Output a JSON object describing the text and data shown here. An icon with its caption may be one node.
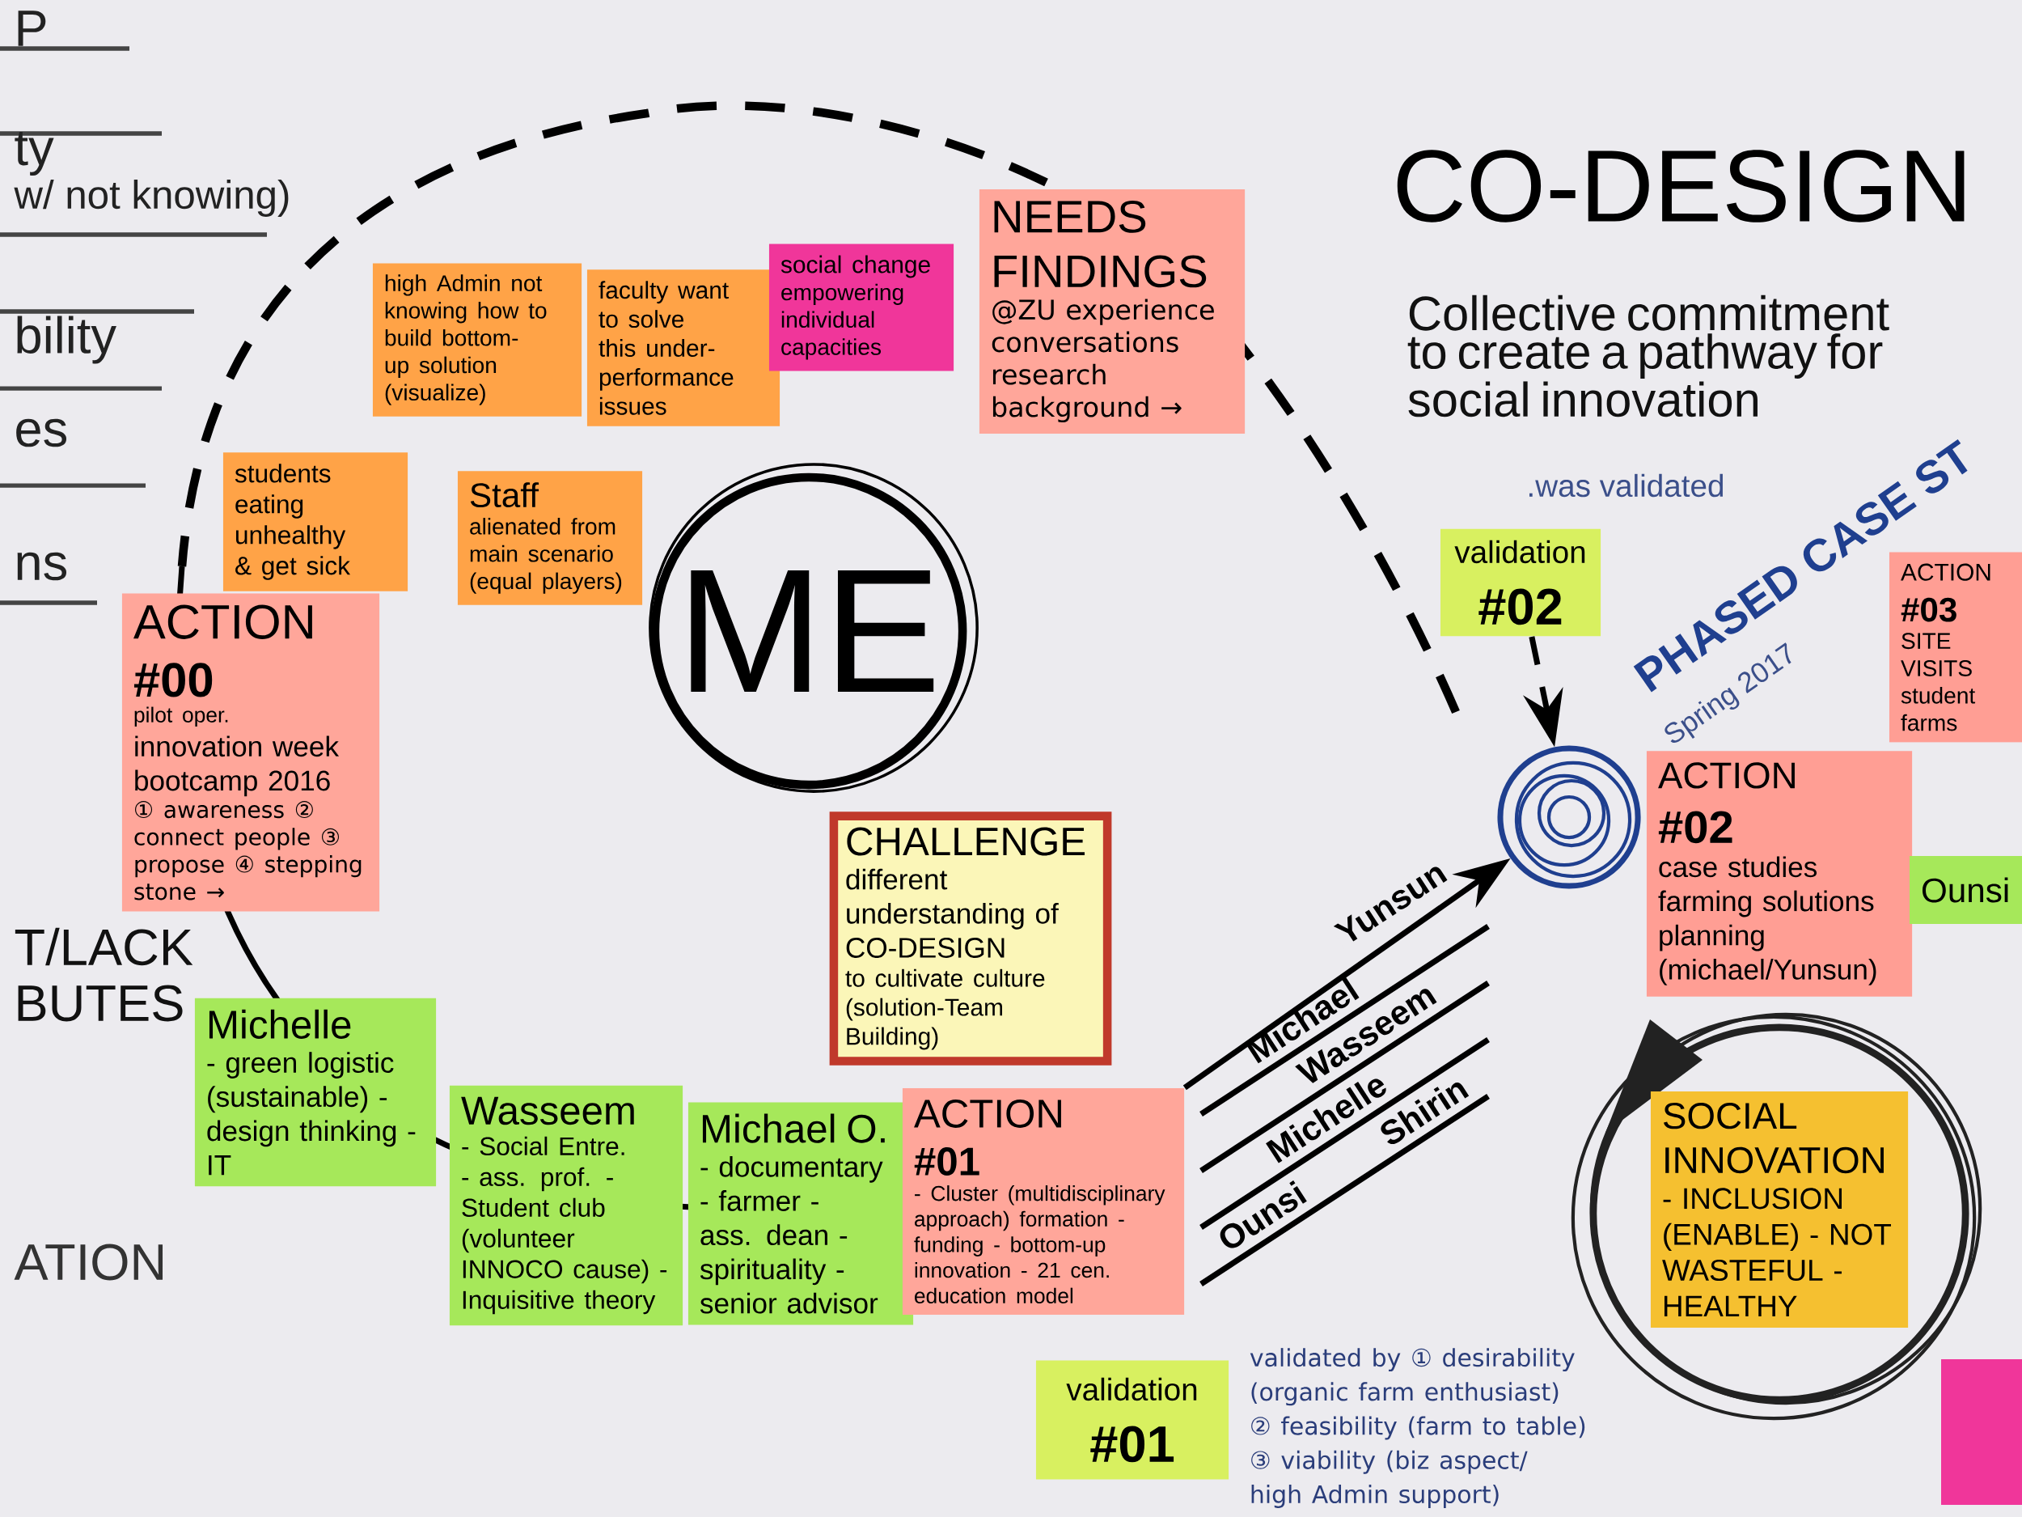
{
  "diagram": {
    "title": "CO-DESIGN",
    "nodes": [
      {
        "text": [
          "high Admin not knowing how to build bottom-up solution (visualize)"
        ]
      },
      {
        "text": [
          "faculty want to solve this under-performance issues"
        ]
      },
      {
        "text": [
          "social change",
          "empowering individual capacities"
        ]
      },
      {
        "text": [
          "NEEDS FINDINGS",
          "@ZU experience conversations research background →"
        ]
      },
      {
        "text": [
          "students eating unhealthy & get sick"
        ]
      },
      {
        "text": [
          "Staff",
          "alienated from main scenario (equal players)"
        ]
      },
      {
        "text": [
          "ME"
        ]
      },
      {
        "text": [
          "ACTION",
          "#00",
          "pilot oper.",
          "innovation week bootcamp 2016",
          "① awareness ② connect people ③ propose ④ stepping stone →"
        ]
      },
      {
        "text": [
          "Michelle",
          "- green logistic (sustainable) - design thinking - IT"
        ]
      },
      {
        "text": [
          "Wasseem",
          "- Social Entre. - ass. prof. - Student club (volunteer INNOCO cause) - Inquisitive theory"
        ]
      },
      {
        "text": [
          "Michael O.",
          "- documentary - farmer - ass. dean - spirituality - senior advisor"
        ]
      },
      {
        "text": [
          "CHALLENGE",
          "different understanding of CO-DESIGN",
          "to cultivate culture (solution-Team Building)"
        ]
      },
      {
        "text": [
          "ACTION",
          "#01",
          "- Cluster (multidisciplinary approach) formation - funding - bottom-up innovation - 21 cen. education model"
        ]
      },
      {
        "text": [
          "validation",
          "#01"
        ]
      },
      {
        "text": [],
        "shape": "circle"
      },
      {
        "text": [
          "validation",
          "#02"
        ]
      },
      {
        "text": [
          "ACTION",
          "#02",
          "case studies farming solutions planning (michael/Yunsun)"
        ]
      },
      {
        "text": [
          "ACTION",
          "#03",
          "SITE VISITS student farms"
        ]
      },
      {
        "text": [
          "Ounsi"
        ]
      },
      {
        "text": [],
        "shape": "circle"
      },
      {
        "text": [
          "SOCIAL INNOVATION",
          "- INCLUSION (ENABLE) - NOT WASTEFUL - HEALTHY"
        ],
        "in": 19
      },
      {
        "text": [],
        "shape": "box"
      }
    ],
    "edges": [
      {
        "from": 15,
        "to": 14,
        "arrow": "to",
        "style": "dashed"
      },
      {
        "from": 12,
        "to": 14,
        "arrow": "to"
      }
    ],
    "labels": [
      "P",
      "ty",
      "w/ not knowing)",
      "bility",
      "es",
      "ns",
      "Collective commitment to create a pathway for social innovation",
      ".was validated",
      "Spring 2017",
      "PHASED CASE ST",
      "Yunsun",
      "Michael",
      "Wasseem",
      "Michelle",
      "Ounsi",
      "Shirin",
      "T/LACK",
      "BUTES",
      "ATION",
      "validated by ① desirability (organic farm enthusiast) ② feasibility (farm to table) ③ viability (biz aspect/ high Admin support)"
    ]
  }
}
